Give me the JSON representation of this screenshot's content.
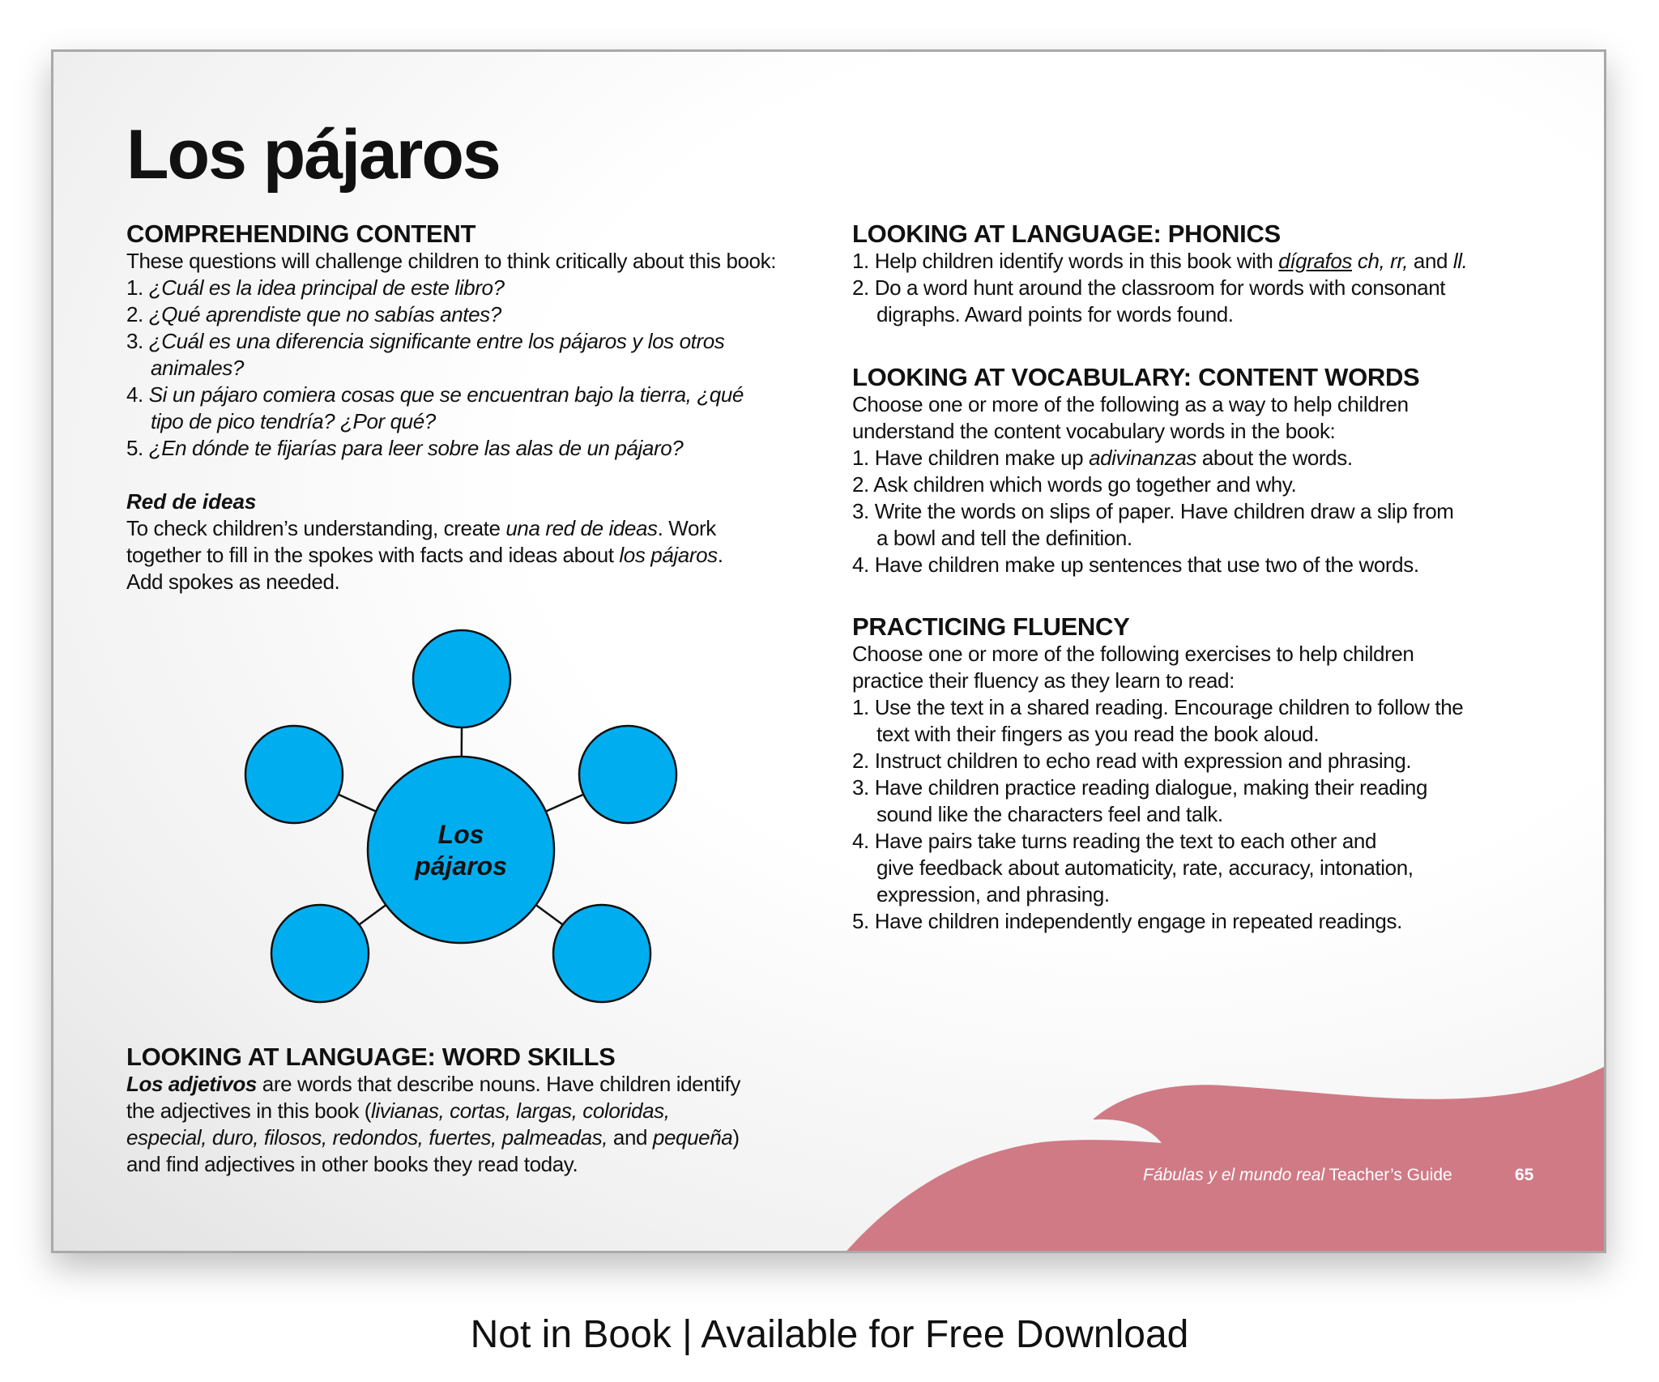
{
  "title": "Los pájaros",
  "left": {
    "comprehending": {
      "heading": "COMPREHENDING CONTENT",
      "lines": [
        [
          {
            "t": "These questions will challenge children to think critically about this book:"
          }
        ],
        [
          {
            "t": "1. "
          },
          {
            "t": "¿Cuál es la idea principal de este libro?",
            "i": 1
          }
        ],
        [
          {
            "t": "2. "
          },
          {
            "t": "¿Qué aprendiste que no sabías antes?",
            "i": 1
          }
        ],
        [
          {
            "t": "3. "
          },
          {
            "t": "¿Cuál es una diferencia significante entre los pájaros y los otros",
            "i": 1
          }
        ],
        [
          {
            "t": "animales?",
            "i": 1,
            "ind": 1
          }
        ],
        [
          {
            "t": "4. "
          },
          {
            "t": "Si un pájaro comiera cosas que se encuentran bajo la tierra, ¿qué",
            "i": 1
          }
        ],
        [
          {
            "t": "tipo de pico tendría? ¿Por qué?",
            "i": 1,
            "ind": 1
          }
        ],
        [
          {
            "t": "5. "
          },
          {
            "t": "¿En dónde te fijarías para leer sobre las alas de un pájaro?",
            "i": 1
          }
        ]
      ]
    },
    "red_de_ideas": {
      "heading": "Red de ideas",
      "lines": [
        [
          {
            "t": "To check children’s understanding, create "
          },
          {
            "t": "una red de ideas",
            "i": 1
          },
          {
            "t": ". Work"
          }
        ],
        [
          {
            "t": "together to fill in the spokes with facts and ideas about "
          },
          {
            "t": "los pájaros",
            "i": 1
          },
          {
            "t": "."
          }
        ],
        [
          {
            "t": "Add spokes as needed."
          }
        ]
      ],
      "diagram_center_line1": "Los",
      "diagram_center_line2": "pájaros"
    },
    "word_skills": {
      "heading": "LOOKING AT LANGUAGE: WORD SKILLS",
      "lines": [
        [
          {
            "t": "Los adjetivos",
            "i": 1,
            "b": 1
          },
          {
            "t": " are words that describe nouns. Have children identify"
          }
        ],
        [
          {
            "t": "the adjectives in this book ("
          },
          {
            "t": "livianas, cortas, largas, coloridas,",
            "i": 1
          }
        ],
        [
          {
            "t": "especial, duro, filosos, redondos, fuertes, palmeadas,",
            "i": 1
          },
          {
            "t": " and "
          },
          {
            "t": "pequeña",
            "i": 1
          },
          {
            "t": ")"
          }
        ],
        [
          {
            "t": "and find adjectives in other books they read today."
          }
        ]
      ]
    }
  },
  "right": {
    "phonics": {
      "heading": "LOOKING AT LANGUAGE: PHONICS",
      "lines": [
        [
          {
            "t": "1. Help children identify words in this book with "
          },
          {
            "t": "dígrafos",
            "i": 1,
            "u": 1
          },
          {
            "t": " "
          },
          {
            "t": "ch, rr,",
            "i": 1
          },
          {
            "t": " and "
          },
          {
            "t": "ll.",
            "i": 1
          }
        ],
        [
          {
            "t": "2. Do a word hunt around the classroom for words with consonant"
          }
        ],
        [
          {
            "t": "digraphs. Award points for words found.",
            "ind": 1
          }
        ]
      ]
    },
    "vocabulary": {
      "heading": "LOOKING AT VOCABULARY: CONTENT WORDS",
      "lines": [
        [
          {
            "t": "Choose one or more of the following as a way to help children"
          }
        ],
        [
          {
            "t": "understand the content vocabulary words in the book:"
          }
        ],
        [
          {
            "t": "1. Have children make up "
          },
          {
            "t": "adivinanzas",
            "i": 1
          },
          {
            "t": " about the words."
          }
        ],
        [
          {
            "t": "2. Ask children which words go together and why."
          }
        ],
        [
          {
            "t": "3. Write the words on slips of paper. Have children draw a slip from"
          }
        ],
        [
          {
            "t": "a bowl and tell the definition.",
            "ind": 1
          }
        ],
        [
          {
            "t": "4. Have children make up sentences that use two of the words."
          }
        ]
      ]
    },
    "fluency": {
      "heading": "PRACTICING FLUENCY",
      "lines": [
        [
          {
            "t": "Choose one or more of the following exercises to help children"
          }
        ],
        [
          {
            "t": "practice their fluency as they learn to read:"
          }
        ],
        [
          {
            "t": "1. Use the text in a shared reading. Encourage children to follow the"
          }
        ],
        [
          {
            "t": "text with their fingers as you read the book aloud.",
            "ind": 1
          }
        ],
        [
          {
            "t": "2. Instruct children to echo read with expression and phrasing."
          }
        ],
        [
          {
            "t": "3. Have children practice reading dialogue, making their reading"
          }
        ],
        [
          {
            "t": "sound like the characters feel and talk.",
            "ind": 1
          }
        ],
        [
          {
            "t": "4. Have pairs take turns reading the text to each other and"
          }
        ],
        [
          {
            "t": "give feedback about automaticity, rate, accuracy, intonation,",
            "ind": 1
          }
        ],
        [
          {
            "t": "expression, and phrasing.",
            "ind": 1
          }
        ],
        [
          {
            "t": "5. Have children independently engage in repeated readings."
          }
        ]
      ]
    }
  },
  "footer": {
    "guide_title_italic": "Fábulas y el mundo real",
    "guide_title_rest": " Teacher’s Guide",
    "page_number": "65"
  },
  "caption": "Not in Book | Available for Free Download",
  "colors": {
    "bubble": "#00aeef",
    "wave": "#d07a86"
  }
}
